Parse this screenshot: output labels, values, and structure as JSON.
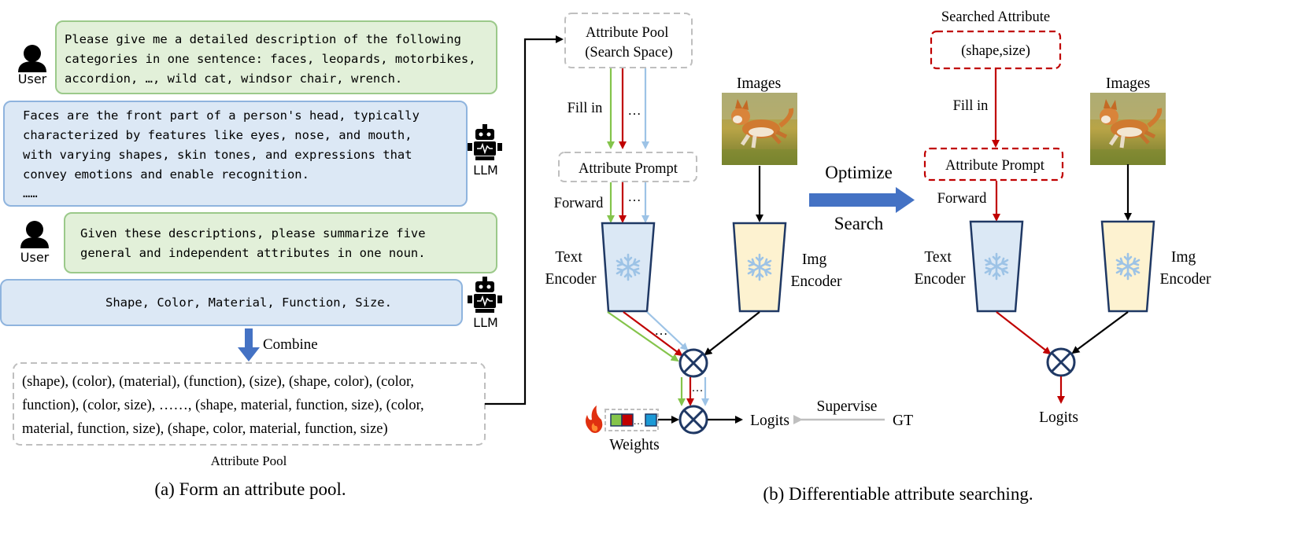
{
  "panel_a": {
    "caption": "(a) Form an attribute pool.",
    "user_label": "User",
    "llm_label": "LLM",
    "user_msg_1": [
      "Please give me a detailed description of the following",
      "categories in one sentence: faces, leopards, motorbikes,",
      "accordion, …, wild cat, windsor chair, wrench."
    ],
    "llm_msg_1": [
      "Faces are the front part of a person's head, typically",
      "characterized by features like eyes, nose, and mouth,",
      "with varying shapes, skin tones, and expressions that",
      "convey emotions and enable recognition.",
      "……"
    ],
    "user_msg_2": [
      "Given these descriptions, please summarize five",
      "general and independent attributes in one noun."
    ],
    "llm_msg_2": "Shape, Color, Material, Function, Size.",
    "combine_label": "Combine",
    "pool_text": [
      "(shape), (color), (material), (function), (size), (shape, color), (color,",
      "function), (color, size), ……, (shape, material, function, size), (color,",
      "material, function, size), (shape, color, material, function, size)"
    ],
    "pool_label": "Attribute Pool"
  },
  "panel_b": {
    "caption": "(b) Differentiable attribute searching.",
    "pool_box": [
      "Attribute Pool",
      "(Search Space)"
    ],
    "fill_in": "Fill in",
    "ellipsis": "…",
    "attr_prompt": "Attribute Prompt",
    "forward": "Forward",
    "images": "Images",
    "text_encoder": [
      "Text",
      "Encoder"
    ],
    "img_encoder": [
      "Img",
      "Encoder"
    ],
    "weights": "Weights",
    "logits": "Logits",
    "supervise": "Supervise",
    "gt": "GT",
    "optimize": "Optimize",
    "search": "Search",
    "searched_attribute": "Searched Attribute",
    "searched_value": "(shape,size)"
  },
  "colors": {
    "user_bg": "#e2f0d9",
    "user_border": "#9bc98a",
    "llm_bg": "#dce8f5",
    "llm_border": "#8fb4de",
    "green": "#84c44b",
    "red": "#c00000",
    "lightblue": "#9dc3e6",
    "blue_arrow": "#4472c4",
    "dark": "#1f3864",
    "encoder_text_fill": "#dbe8f5",
    "encoder_img_fill": "#fdf2d0"
  }
}
